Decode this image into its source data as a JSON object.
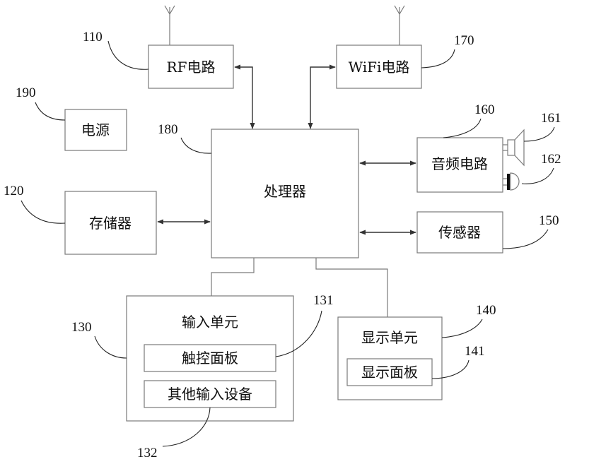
{
  "blocks": {
    "rf": {
      "label": "RF电路",
      "ref": "110"
    },
    "wifi": {
      "label": "WiFi电路",
      "ref": "170"
    },
    "power": {
      "label": "电源",
      "ref": "190"
    },
    "processor": {
      "label": "处理器",
      "ref": "180"
    },
    "audio": {
      "label": "音频电路",
      "ref": "160"
    },
    "memory": {
      "label": "存储器",
      "ref": "120"
    },
    "sensor": {
      "label": "传感器",
      "ref": "150"
    },
    "input": {
      "label": "输入单元",
      "ref": "130"
    },
    "touch_panel": {
      "label": "触控面板",
      "ref": "131"
    },
    "other_input": {
      "label": "其他输入设备",
      "ref": "132"
    },
    "display": {
      "label": "显示单元",
      "ref": "140"
    },
    "display_panel": {
      "label": "显示面板",
      "ref": "141"
    },
    "speaker": {
      "ref": "161"
    },
    "microphone": {
      "ref": "162"
    }
  },
  "colors": {
    "box_stroke": "#7a7a7a",
    "arrow": "#333333",
    "text": "#111111"
  }
}
